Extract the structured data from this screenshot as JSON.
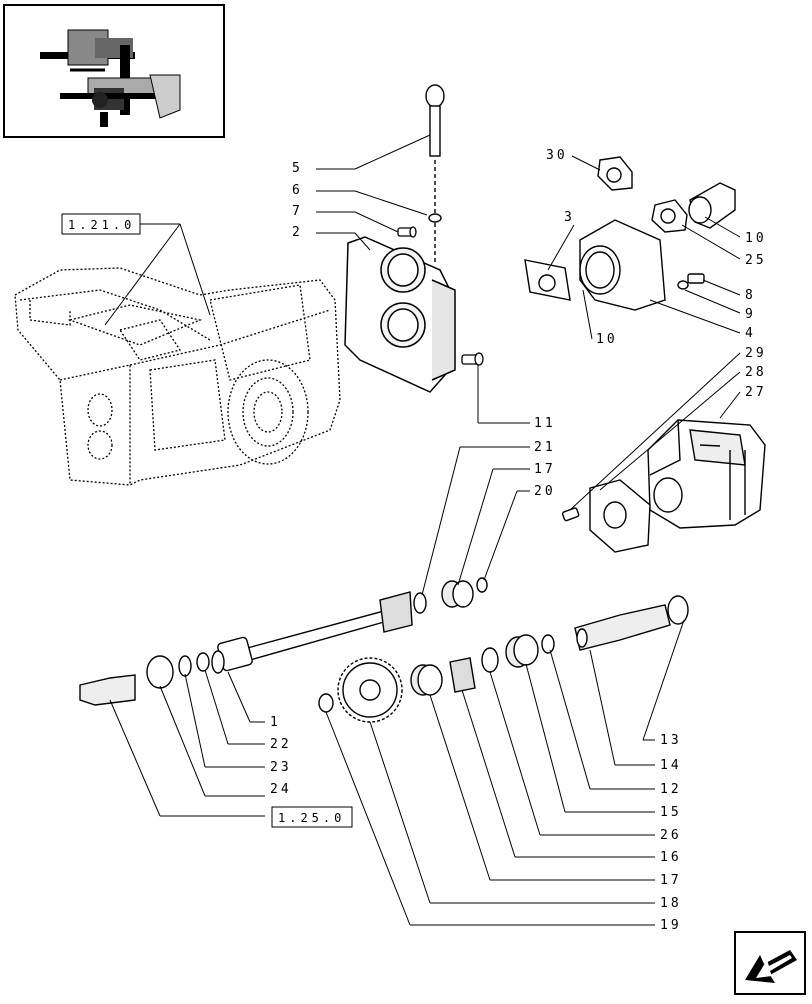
{
  "diagram": {
    "reference_boxes": {
      "top": "1.21.0",
      "bottom": "1.25.0"
    },
    "callouts": {
      "c5": "5",
      "c6": "6",
      "c7": "7",
      "c2": "2",
      "c30": "30",
      "c3": "3",
      "c10a": "10",
      "c25": "25",
      "c8": "8",
      "c9": "9",
      "c4": "4",
      "c10b": "10",
      "c11": "11",
      "c21": "21",
      "c17a": "17",
      "c20": "20",
      "c29": "29",
      "c28": "28",
      "c27": "27",
      "c1": "1",
      "c22": "22",
      "c23": "23",
      "c24": "24",
      "c13": "13",
      "c14": "14",
      "c12": "12",
      "c15": "15",
      "c26": "26",
      "c16": "16",
      "c17b": "17",
      "c18": "18",
      "c19": "19"
    }
  }
}
